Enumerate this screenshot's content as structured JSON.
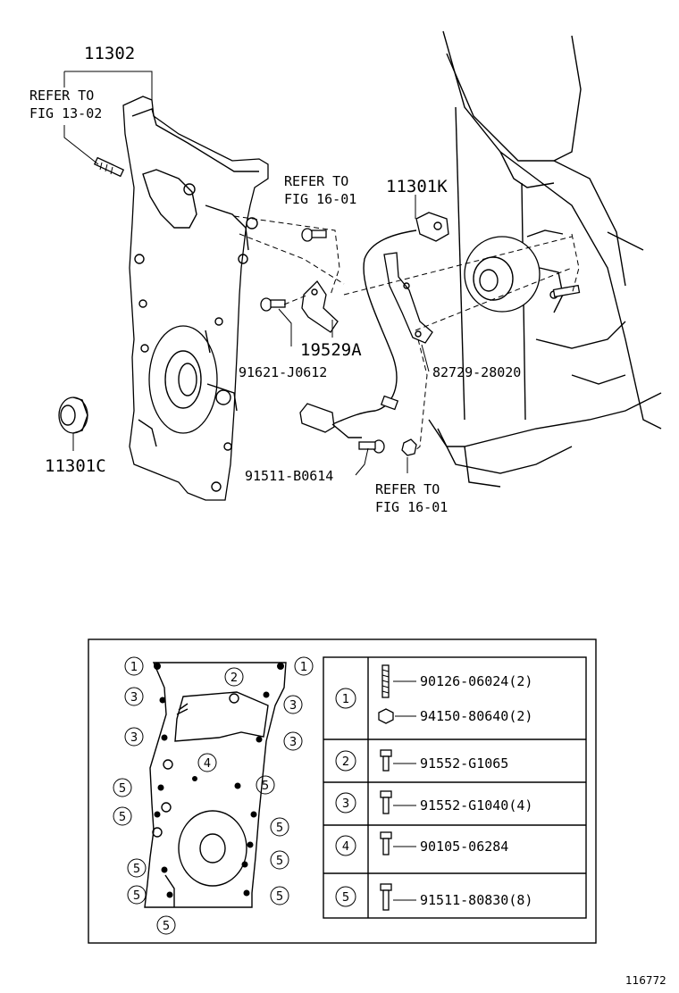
{
  "callouts": {
    "p11302": "11302",
    "refer_13_02_a": "REFER TO",
    "refer_13_02_b": "FIG 13-02",
    "refer_16_01_top_a": "REFER TO",
    "refer_16_01_top_b": "FIG 16-01",
    "p11301k": "11301K",
    "p19529a": "19529A",
    "p91621": "91621-J0612",
    "p82729": "82729-28020",
    "p11301c": "11301C",
    "p91511b": "91511-B0614",
    "refer_16_01_bot_a": "REFER TO",
    "refer_16_01_bot_b": "FIG 16-01"
  },
  "inset": {
    "rows": [
      {
        "index": "1",
        "parts": [
          "90126-06024(2)",
          "94150-80640(2)"
        ]
      },
      {
        "index": "2",
        "parts": [
          "91552-G1065"
        ]
      },
      {
        "index": "3",
        "parts": [
          "91552-G1040(4)"
        ]
      },
      {
        "index": "4",
        "parts": [
          "90105-06284"
        ]
      },
      {
        "index": "5",
        "parts": [
          "91511-80830(8)"
        ]
      }
    ],
    "markers": [
      "1",
      "1",
      "2",
      "3",
      "3",
      "3",
      "3",
      "4",
      "5",
      "5",
      "5",
      "5",
      "5",
      "5",
      "5",
      "5",
      "5"
    ]
  },
  "figure_number": "116772"
}
